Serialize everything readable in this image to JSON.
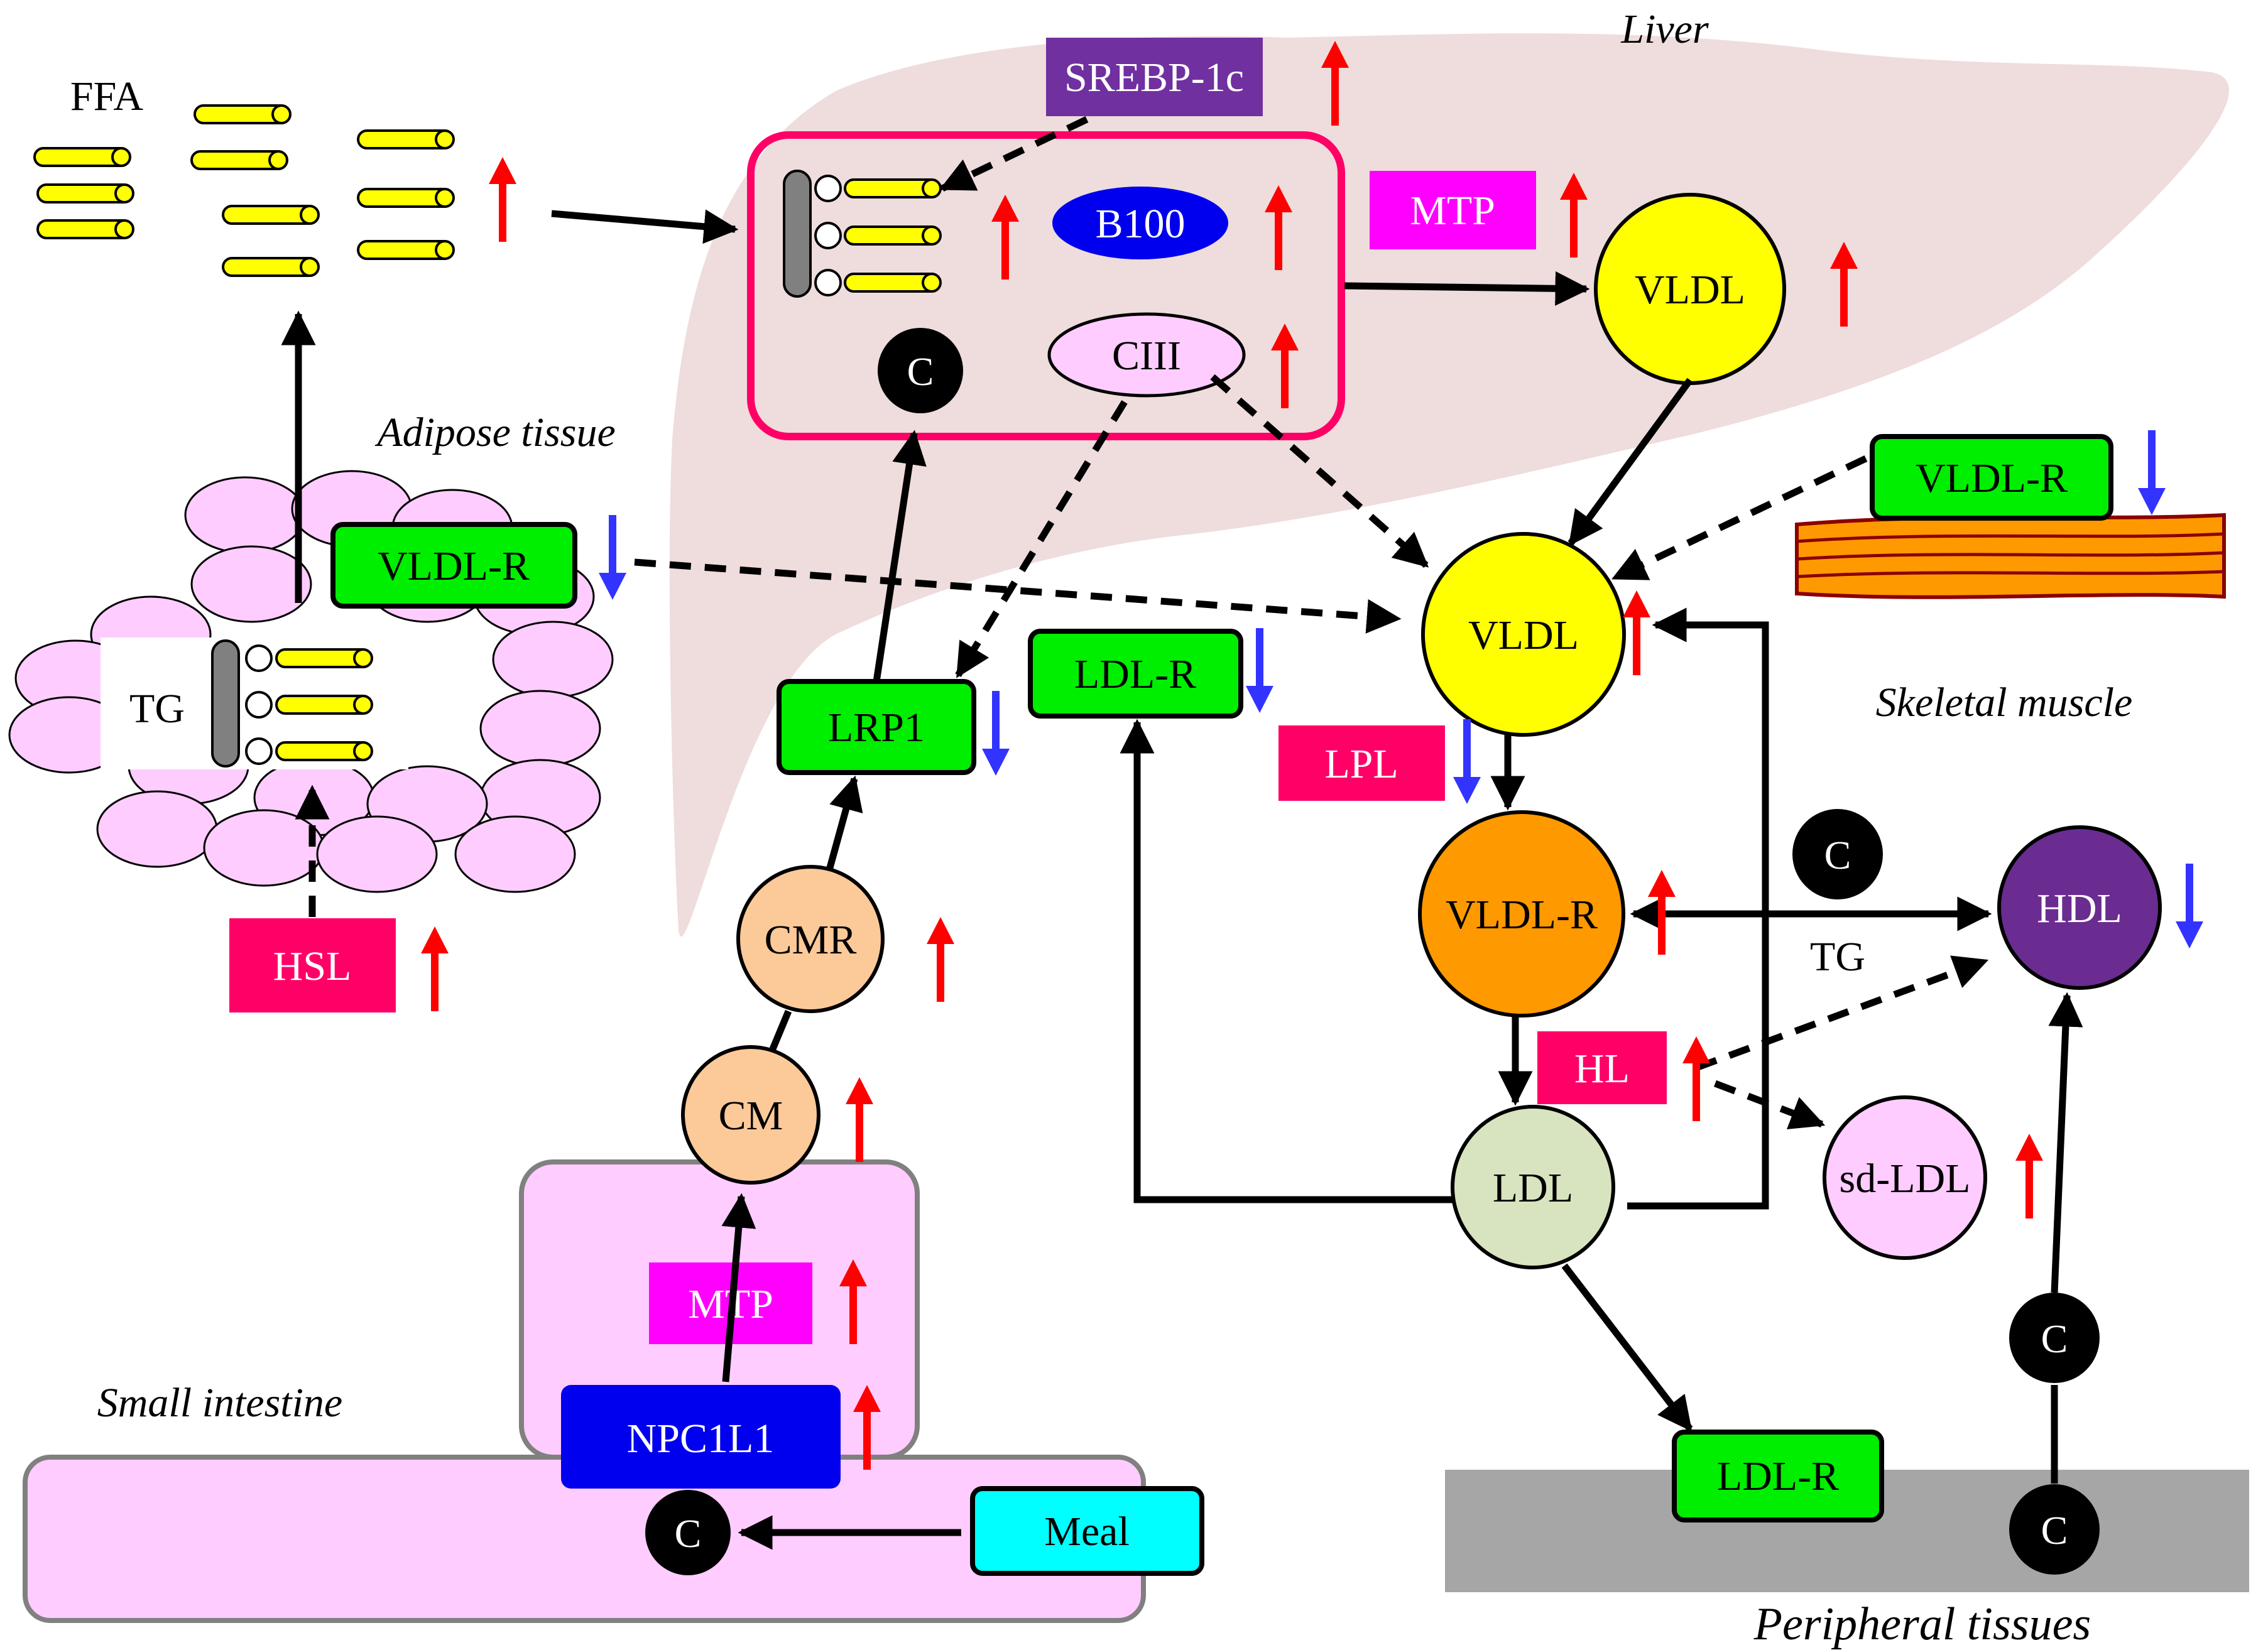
{
  "regions": {
    "liver": "Liver",
    "adipose": "Adipose tissue",
    "muscle": "Skeletal muscle",
    "intestine": "Small intestine",
    "peripheral": "Peripheral tissues"
  },
  "labels": {
    "ffa": "FFA",
    "tg_adipose": "TG",
    "tg_transfer": "TG"
  },
  "boxes": {
    "srebp": "SREBP-1c",
    "mtp_liver": "MTP",
    "vldlr_adipose": "VLDL-R",
    "vldlr_muscle": "VLDL-R",
    "ldlr_liver": "LDL-R",
    "lrp1": "LRP1",
    "lpl": "LPL",
    "hsl": "HSL",
    "hl": "HL",
    "mtp_intestine": "MTP",
    "npc1l1": "NPC1L1",
    "meal": "Meal",
    "ldlr_peripheral": "LDL-R"
  },
  "particles": {
    "b100": "B100",
    "ciii": "CIII",
    "vldl_top": "VLDL",
    "vldl_mid": "VLDL",
    "vldl_r": "VLDL-R",
    "hdl": "HDL",
    "ldl": "LDL",
    "sd_ldl": "sd-LDL",
    "cmr": "CMR",
    "cm": "CM"
  },
  "cholesterol": "C",
  "colors": {
    "up_arrow": "#ff0000",
    "down_arrow": "#3333ff",
    "liver_fill": "#efdcdc",
    "green_box": "#00ee00",
    "pink_box": "#ff0066",
    "magenta_box": "#ff00ff",
    "purple_box": "#7030a0",
    "blue_box": "#0000ff",
    "cyan_box": "#00ffff",
    "yellow": "#ffff00",
    "orange": "#ff9900",
    "peach": "#fcc999",
    "hdl_purple": "#6a2c91",
    "ldl_green": "#d8e4c0",
    "light_pink": "#ffccff",
    "gray": "#a6a6a6"
  },
  "regulation": {
    "srebp": "up",
    "b100": "up",
    "tg_liver": "up",
    "ciii": "up",
    "mtp_liver": "up",
    "vldl_top": "up",
    "vldl_mid": "up",
    "ffa": "up",
    "vldlr_adipose": "down",
    "vldlr_muscle": "down",
    "ldlr_liver": "down",
    "lrp1": "down",
    "lpl": "down",
    "vldl_r": "up",
    "hdl": "down",
    "hl": "up",
    "sd_ldl": "up",
    "hsl": "up",
    "cmr": "up",
    "cm": "up",
    "mtp_intestine": "up",
    "npc1l1": "up"
  }
}
